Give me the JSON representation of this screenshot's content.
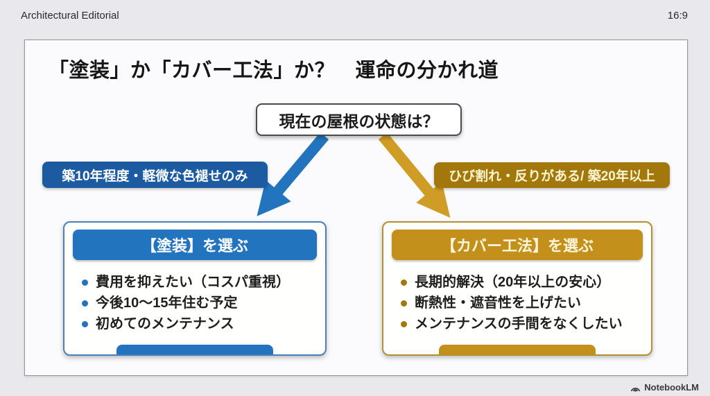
{
  "colors": {
    "page_bg": "#e9e9ed",
    "blue": "#2374bf",
    "blue_dark": "#1c5ba2",
    "gold": "#cf9c26",
    "gold_header": "#c3901c",
    "gold_dark": "#a2780c"
  },
  "top_bar": {
    "title": "Architectural Editorial",
    "aspect_ratio": "16:9"
  },
  "slide": {
    "title": "「塗装」か「カバー工法」か？　運命の分かれ道",
    "question": "現在の屋根の状態は？",
    "left_branch": {
      "condition": "築10年程度・軽微な色褪せのみ",
      "card_title": "【塗装】を選ぶ",
      "bullets": [
        "費用を抑えたい（コスパ重視）",
        "今後10〜15年住む予定",
        "初めてのメンテナンス"
      ]
    },
    "right_branch": {
      "condition": "ひび割れ・反りがある/ 築20年以上",
      "card_title": "【カバー工法】を選ぶ",
      "bullets": [
        "長期的解決（20年以上の安心）",
        "断熱性・遮音性を上げたい",
        "メンテナンスの手間をなくしたい"
      ]
    }
  },
  "footer": {
    "brand": "NotebookLM"
  }
}
